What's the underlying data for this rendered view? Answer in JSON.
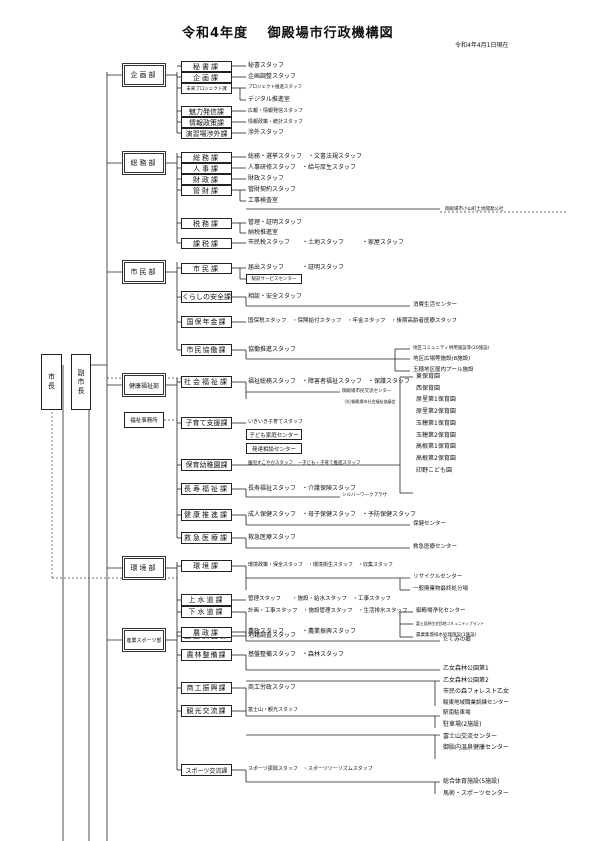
{
  "title": "令和4年度　 御殿場市行政機構図",
  "as_of": "令和4年4月1日現在",
  "top": {
    "mayor": "市長",
    "vice_mayor": "副市長"
  },
  "departments": {
    "kikaku": "企画部",
    "somu": "総務部",
    "shimin": "市民部",
    "kenko": "健康福祉部",
    "fukushi_office": "福祉事務所",
    "kankyo": "環境部",
    "sangyo": "産業スポーツ部"
  },
  "sections": {
    "hisho": "秘書課",
    "kikaku": "企画課",
    "mirai": "未来プロジェクト課",
    "miryoku": "魅力発信課",
    "joho": "情報政策課",
    "enshu": "演習場渉外課",
    "somu": "総務課",
    "jinji": "人事課",
    "zaisei": "財政課",
    "kanzai": "管財課",
    "zeimu": "税務課",
    "kazei": "課税課",
    "shimin": "市民課",
    "kurashi": "くらしの安全課",
    "kokuho": "国保年金課",
    "kyodo": "市民協働課",
    "shakai": "社会福祉課",
    "kosodate": "子育て支援課",
    "hoiku": "保育幼稚園課",
    "choju": "長寿福祉課",
    "kenko": "健康推進課",
    "kyukyu": "救急医療課",
    "kankyo": "環境課",
    "josui": "上水道課",
    "gesui": "下水道課",
    "kokudo": "国土調査課",
    "nosei": "農政課",
    "norin": "農林整備課",
    "shoko": "商工振興課",
    "kanko": "観光交流課",
    "sports": "スポーツ交流課"
  },
  "sub_units": {
    "kodomo_center": "子ども家庭センター",
    "hattatsu": "発達相談センター",
    "service_center": "駅前サービスセンター"
  },
  "staff": {
    "hisho": "秘書スタッフ",
    "kikaku": "企画調整スタッフ",
    "mirai": "プロジェクト推進スタッフ",
    "digital": "デジタル推進室",
    "miryoku": "広報・情報発信スタッフ",
    "joho": "情報政策・統計スタッフ",
    "enshu": "渉外スタッフ",
    "somu": "総務・選挙スタッフ　・文書法規スタッフ",
    "jinji": "人事研修スタッフ　・給与厚生スタッフ",
    "zaisei": "財政スタッフ",
    "kanzai": "管財契約スタッフ",
    "kanzai2": "工事検査室",
    "zeimu": "管理・証明スタッフ",
    "zeimu2": "納税推進室",
    "kazei": "市民税スタッフ　　・土地スタッフ　　　・家屋スタッフ",
    "shimin": "届出スタッフ　　　・証明スタッフ",
    "kurashi": "相談・安全スタッフ",
    "kokuho": "国保税スタッフ　・保険給付スタッフ　・年金スタッフ　・後期高齢者医療スタッフ",
    "kyodo": "協働推進スタッフ",
    "shakai": "福祉総務スタッフ　・障害者福祉スタッフ　・保護スタッフ",
    "kosodate": "いきいき子育てスタッフ",
    "hoiku": "園児すこやかスタッフ　・子ども・子育て推進スタッフ",
    "choju": "長寿福祉スタッフ　・介護保険スタッフ",
    "kenko": "成人保健スタッフ　・母子保健スタッフ　・予防保健スタッフ",
    "kyukyu": "救急医療スタッフ",
    "kankyo": "環境政策・保全スタッフ　・環境衛生スタッフ　・収集スタッフ",
    "josui": "管理スタッフ　　・施設・給水スタッフ　・工事スタッフ",
    "gesui": "計画・工事スタッフ　・施設管理スタッフ　・生活排水スタッフ",
    "kokudo": "地籍調査スタッフ",
    "nosei": "農政スタッフ　　　・農業振興スタッフ",
    "norin": "基盤整備スタッフ　・森林スタッフ",
    "shoko": "商工労政スタッフ",
    "kanko": "富士山・観光スタッフ",
    "sports": "スポーツ振興スタッフ　・スポーツツーリズムスタッフ"
  },
  "facilities": {
    "tochi": "御殿場市小山町土地開発公社",
    "shohi": "消費生活センター",
    "kyodo1": "地区コミュニティ供用施設等(20施設)",
    "kyodo2": "地区広場等施設(8施設)",
    "kyodo3": "玉穂地区屋内プール施設",
    "shakai1": "御殿場市民交流センター",
    "shakai2": "（社)御殿場市社会福祉協議会",
    "hoiku": [
      "東保育園",
      "西保育園",
      "原里第1保育園",
      "原里第2保育園",
      "玉穂第1保育園",
      "玉穂第2保育園",
      "高根第1保育園",
      "高根第2保育園",
      "印野こども園"
    ],
    "choju": "シルバーワークプラザ",
    "kenko": "保健センター",
    "kyukyu": "救急医療センター",
    "kankyo1": "リサイクルセンター",
    "kankyo2": "一般廃棄物最終処分場",
    "gesui1": "御殿場浄化センター",
    "gesui2": "富士見原住宅団地コミュニティプラント",
    "gesui3": "農業集落排水処理施設(1施設)",
    "nosei": "たくみの郷",
    "norin": [
      "乙女森林公園第1",
      "乙女森林公園第2",
      "市民の森フォレスト乙女"
    ],
    "shoko": [
      "駿東地域職業訓練センター",
      "駅南駐車場"
    ],
    "kanko": [
      "駐車場(2施設)",
      "富士山交流センター",
      "御胎内温泉健康センター"
    ],
    "sports": [
      "総合体育施設(5施設)",
      "馬術・スポーツセンター"
    ]
  }
}
